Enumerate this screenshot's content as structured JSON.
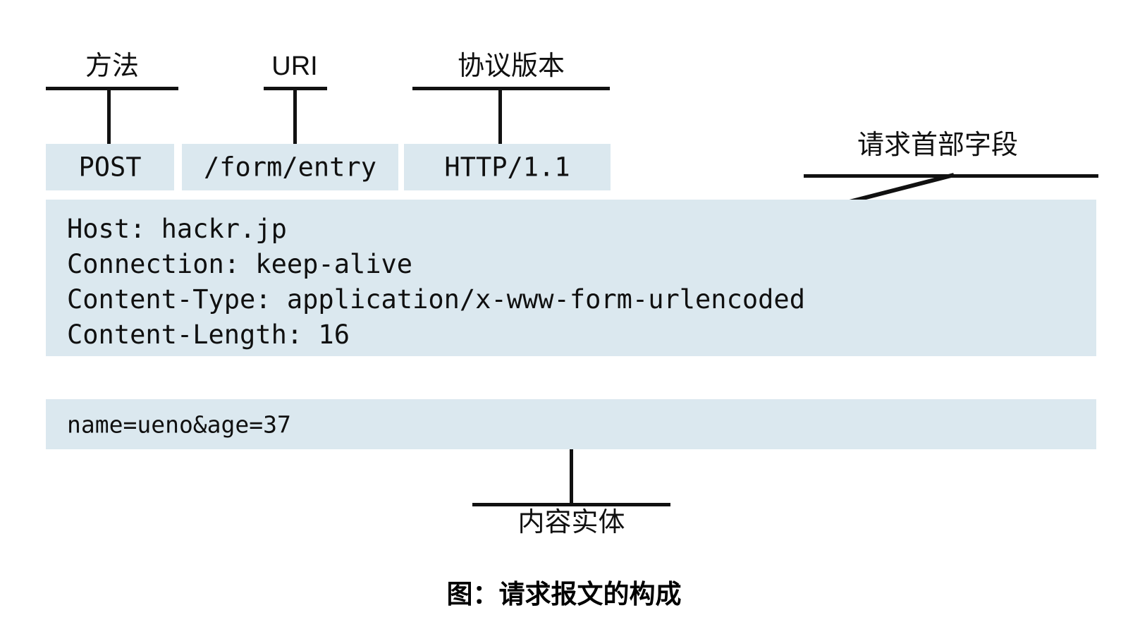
{
  "figure": {
    "caption": "图：请求报文的构成",
    "colors": {
      "block_fill": "#dbe8ef",
      "line": "#111111",
      "text": "#101010",
      "background": "#ffffff"
    }
  },
  "request_line": {
    "parts": [
      {
        "label": "方法",
        "value": "POST"
      },
      {
        "label": "URI",
        "value": "/form/entry"
      },
      {
        "label": "协议版本",
        "value": "HTTP/1.1"
      }
    ]
  },
  "headers": {
    "callout_label": "请求首部字段",
    "lines": [
      "Host: hackr.jp",
      "Connection: keep-alive",
      "Content-Type: application/x-www-form-urlencoded",
      "Content-Length: 16"
    ],
    "text": "Host: hackr.jp\nConnection: keep-alive\nContent-Type: application/x-www-form-urlencoded\nContent-Length: 16"
  },
  "body": {
    "callout_label": "内容实体",
    "text": "name=ueno&age=37"
  }
}
